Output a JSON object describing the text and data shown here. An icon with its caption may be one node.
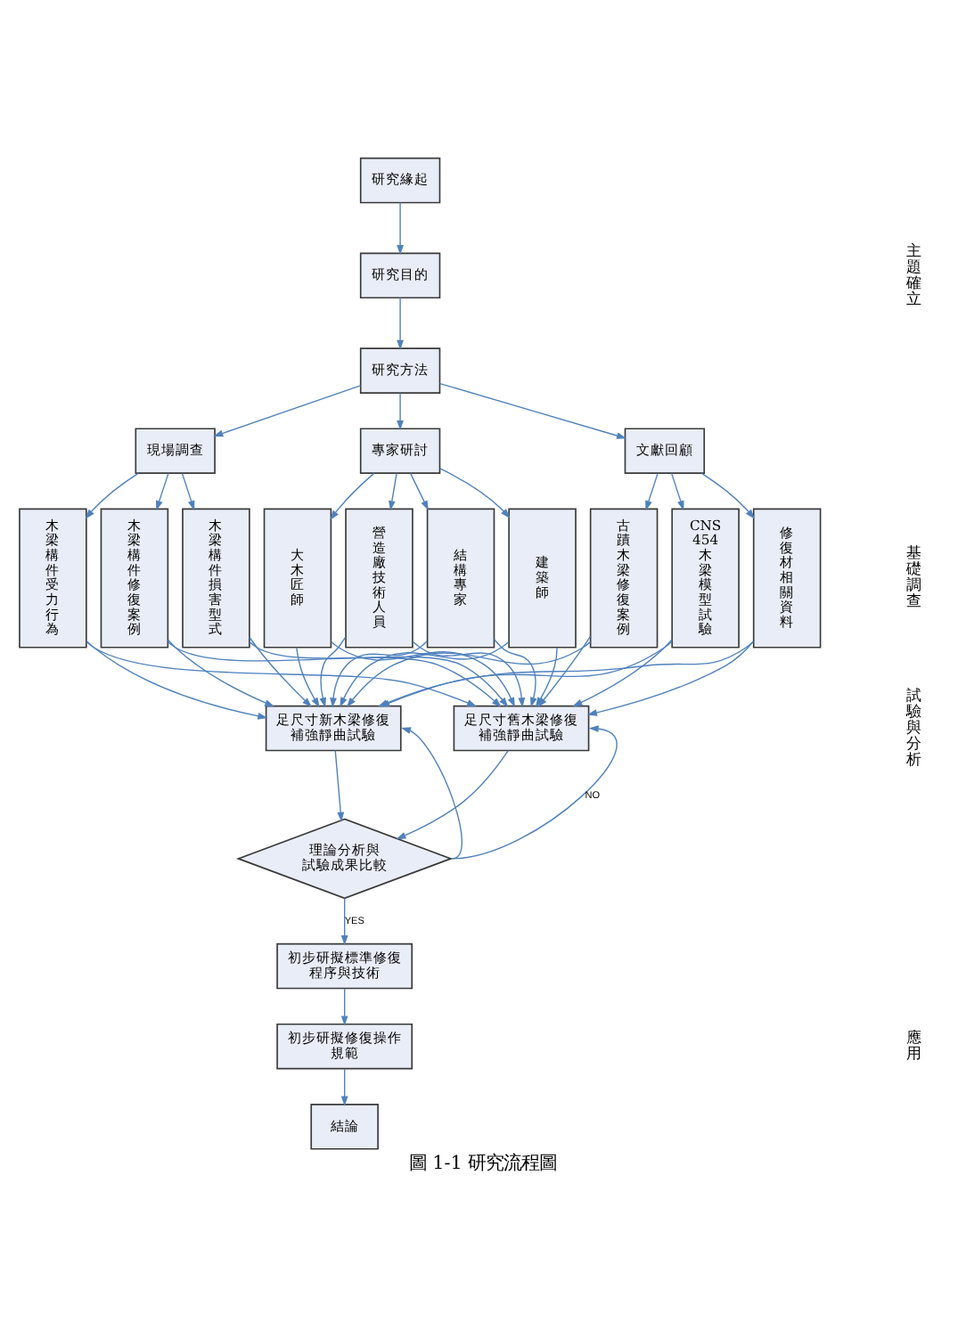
{
  "diagram": {
    "caption": "圖 1-1 研究流程圖",
    "nodes": [
      {
        "text": [
          "研究緣起"
        ]
      },
      {
        "text": [
          "研究目的"
        ]
      },
      {
        "text": [
          "研究方法"
        ]
      },
      {
        "text": [
          "現場調查"
        ]
      },
      {
        "text": [
          "專家研討"
        ]
      },
      {
        "text": [
          "文獻回顧"
        ]
      },
      {
        "text": [
          "木梁構件受力行為"
        ]
      },
      {
        "text": [
          "木梁構件修復案例"
        ]
      },
      {
        "text": [
          "木梁構件損害型式"
        ]
      },
      {
        "text": [
          "大木匠師"
        ]
      },
      {
        "text": [
          "營造廠技術人員"
        ]
      },
      {
        "text": [
          "結構專家"
        ]
      },
      {
        "text": [
          "建築師"
        ]
      },
      {
        "text": [
          "古蹟木梁修復案例"
        ]
      },
      {
        "text": [
          "CNS 454木梁模型試驗"
        ]
      },
      {
        "text": [
          "修復材相關資料"
        ]
      },
      {
        "text": [
          "足尺寸新木梁修復補強靜曲試驗"
        ]
      },
      {
        "text": [
          "足尺寸舊木梁修復補強靜曲試驗"
        ]
      },
      {
        "text": [
          "理論分析與試驗成果比較"
        ]
      },
      {
        "text": [
          "初步研擬標準修復程序與技術"
        ]
      },
      {
        "text": [
          "初步研擬修復操作規範"
        ]
      },
      {
        "text": [
          "結論"
        ]
      }
    ],
    "edges": [
      {
        "from": 0,
        "to": 1,
        "arrow": "to"
      },
      {
        "from": 1,
        "to": 2,
        "arrow": "to"
      },
      {
        "from": 2,
        "to": 3,
        "arrow": "to"
      },
      {
        "from": 2,
        "to": 4,
        "arrow": "to"
      },
      {
        "from": 2,
        "to": 5,
        "arrow": "to"
      },
      {
        "from": 3,
        "to": 6,
        "arrow": "to"
      },
      {
        "from": 3,
        "to": 7,
        "arrow": "to"
      },
      {
        "from": 3,
        "to": 8,
        "arrow": "to"
      },
      {
        "from": 4,
        "to": 9,
        "arrow": "to"
      },
      {
        "from": 4,
        "to": 10,
        "arrow": "to"
      },
      {
        "from": 4,
        "to": 11,
        "arrow": "to"
      },
      {
        "from": 4,
        "to": 12,
        "arrow": "to"
      },
      {
        "from": 5,
        "to": 13,
        "arrow": "to"
      },
      {
        "from": 5,
        "to": 14,
        "arrow": "to"
      },
      {
        "from": 5,
        "to": 15,
        "arrow": "to"
      },
      {
        "from": 6,
        "to": 16,
        "arrow": "to"
      },
      {
        "from": 6,
        "to": 17,
        "arrow": "to"
      },
      {
        "from": 7,
        "to": 16,
        "arrow": "to"
      },
      {
        "from": 7,
        "to": 17,
        "arrow": "to"
      },
      {
        "from": 8,
        "to": 16,
        "arrow": "to"
      },
      {
        "from": 8,
        "to": 17,
        "arrow": "to"
      },
      {
        "from": 9,
        "to": 16,
        "arrow": "to"
      },
      {
        "from": 9,
        "to": 17,
        "arrow": "to"
      },
      {
        "from": 10,
        "to": 16,
        "arrow": "to"
      },
      {
        "from": 10,
        "to": 17,
        "arrow": "to"
      },
      {
        "from": 11,
        "to": 16,
        "arrow": "to"
      },
      {
        "from": 11,
        "to": 17,
        "arrow": "to"
      },
      {
        "from": 12,
        "to": 16,
        "arrow": "to"
      },
      {
        "from": 12,
        "to": 17,
        "arrow": "to"
      },
      {
        "from": 13,
        "to": 16,
        "arrow": "to"
      },
      {
        "from": 13,
        "to": 17,
        "arrow": "to"
      },
      {
        "from": 14,
        "to": 16,
        "arrow": "to"
      },
      {
        "from": 14,
        "to": 17,
        "arrow": "to"
      },
      {
        "from": 15,
        "to": 16,
        "arrow": "to"
      },
      {
        "from": 15,
        "to": 17,
        "arrow": "to"
      },
      {
        "from": 16,
        "to": 18,
        "arrow": "to"
      },
      {
        "from": 17,
        "to": 18,
        "arrow": "to"
      },
      {
        "from": 18,
        "to": 16,
        "arrow": "to"
      },
      {
        "from": 18,
        "to": 17,
        "label": "NO",
        "arrow": "to"
      },
      {
        "from": 18,
        "to": 19,
        "label": "YES",
        "arrow": "to"
      },
      {
        "from": 19,
        "to": 20,
        "arrow": "to"
      },
      {
        "from": 20,
        "to": 21,
        "arrow": "to"
      }
    ],
    "labels": [
      "主題確立",
      "基礎調查",
      "試驗與分析",
      "應用"
    ]
  }
}
